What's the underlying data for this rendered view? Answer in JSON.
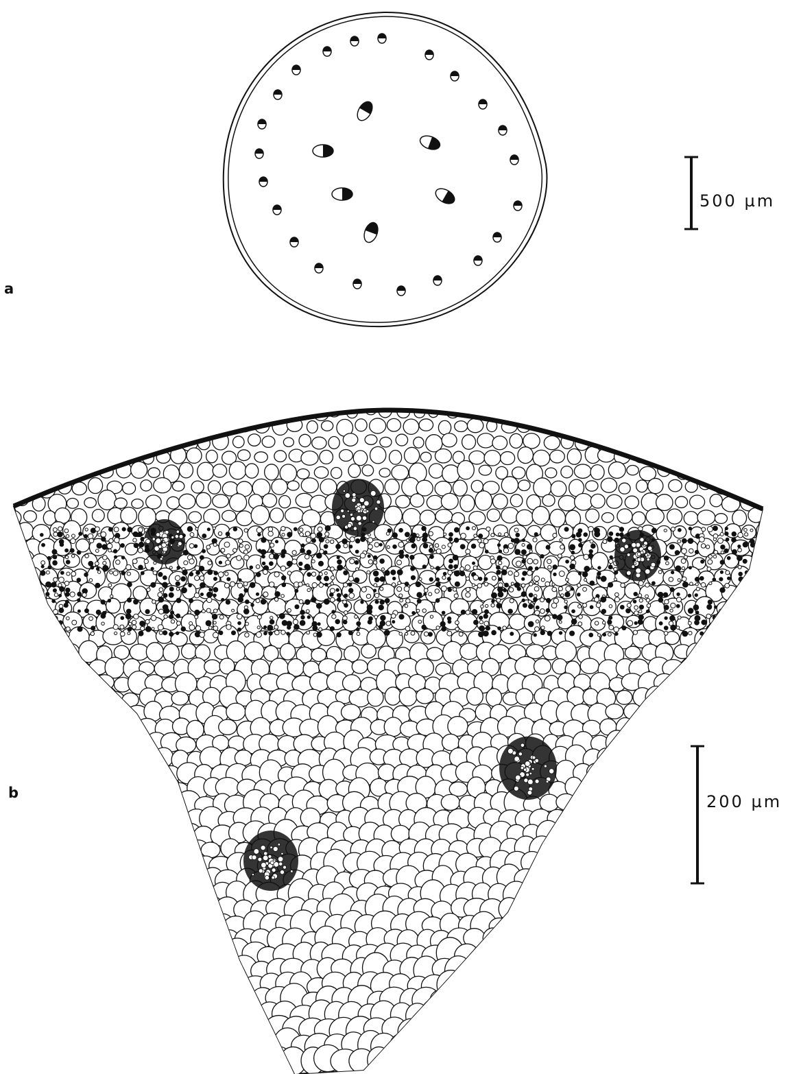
{
  "panels": [
    {
      "id": "a",
      "label": "a",
      "scale_bar": "500 µm"
    },
    {
      "id": "b",
      "label": "b",
      "scale_bar": "200 µm"
    }
  ],
  "colors": {
    "ink": "#111111",
    "paper": "#ffffff"
  }
}
